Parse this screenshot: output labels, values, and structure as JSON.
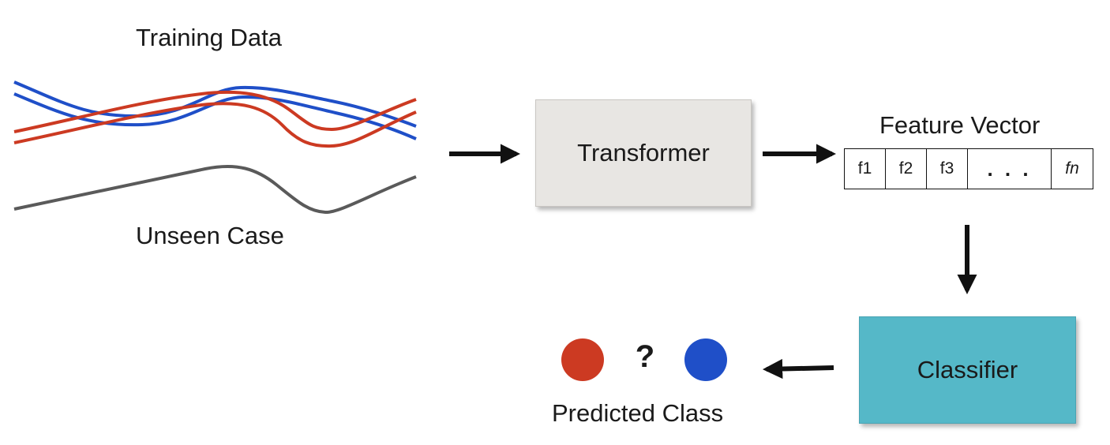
{
  "labels": {
    "training_data": "Training Data",
    "unseen_case": "Unseen Case",
    "feature_vector": "Feature Vector",
    "predicted_class": "Predicted Class",
    "question_mark": "?"
  },
  "boxes": {
    "transformer": "Transformer",
    "classifier": "Classifier"
  },
  "feature_cells": [
    "f1",
    "f2",
    "f3",
    ". . .",
    "fn"
  ],
  "colors": {
    "class_red": "#cc3a22",
    "class_blue": "#1f4fc8",
    "unseen_gray": "#5a5a5a",
    "transformer_fill": "#e8e6e3",
    "classifier_fill": "#55b8c8"
  }
}
